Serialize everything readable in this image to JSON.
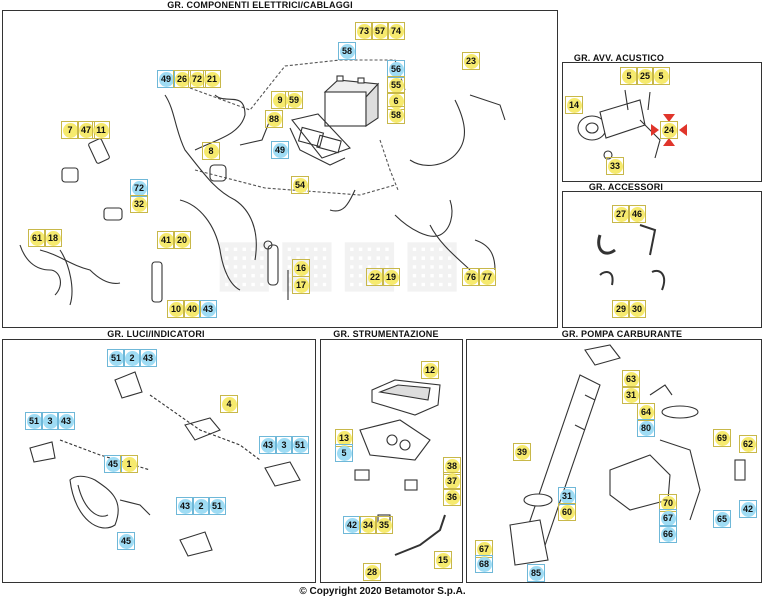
{
  "panels": {
    "componenti": "GR. COMPONENTI ELETTRICI/CABLAGGI",
    "acustico": "GR. AVV. ACUSTICO",
    "accessori": "GR. ACCESSORI",
    "luci": "GR. LUCI/INDICATORI",
    "strumentazione": "GR. STRUMENTAZIONE",
    "pompa": "GR. POMPA CARBURANTE"
  },
  "footer": "© Copyright 2020 Betamotor S.p.A.",
  "colors": {
    "callout_yellow": "#f6ea6e",
    "callout_blue": "#9fdcf4",
    "highlight_red": "#e0352b"
  },
  "callouts": {
    "c73": "73",
    "c57": "57",
    "c74": "74",
    "c58": "58",
    "c56": "56",
    "c55": "55",
    "c6a": "6",
    "c9": "9",
    "c59": "59",
    "c58b": "58",
    "c88": "88",
    "c49a": "49",
    "c26": "26",
    "c72a": "72",
    "c21": "21",
    "c7": "7",
    "c47": "47",
    "c11": "11",
    "c8": "8",
    "c49b": "49",
    "c54": "54",
    "c23": "23",
    "c72b": "72",
    "c32": "32",
    "c61": "61",
    "c18": "18",
    "c41": "41",
    "c20": "20",
    "c10": "10",
    "c40": "40",
    "c43a": "43",
    "c16": "16",
    "c17": "17",
    "c22": "22",
    "c19": "19",
    "c76": "76",
    "c77": "77",
    "c5a": "5",
    "c25": "25",
    "c5b": "5",
    "c14": "14",
    "c24": "24",
    "c33": "33",
    "c27": "27",
    "c46": "46",
    "c29": "29",
    "c30": "30",
    "c51a": "51",
    "c2a": "2",
    "c43b": "43",
    "c51b": "51",
    "c3a": "3",
    "c43c": "43",
    "c4": "4",
    "c45a": "45",
    "c1": "1",
    "c43d": "43",
    "c3b": "3",
    "c51c": "51",
    "c45b": "45",
    "c43e": "43",
    "c2b": "2",
    "c51d": "51",
    "c12": "12",
    "c13": "13",
    "c5c": "5",
    "c38": "38",
    "c37": "37",
    "c36": "36",
    "c42a": "42",
    "c34": "34",
    "c35": "35",
    "c28": "28",
    "c15": "15",
    "c63": "63",
    "c31a": "31",
    "c64": "64",
    "c80": "80",
    "c39": "39",
    "c69": "69",
    "c62": "62",
    "c31b": "31",
    "c60": "60",
    "c70": "70",
    "c67a": "67",
    "c65": "65",
    "c66": "66",
    "c42b": "42",
    "c67b": "67",
    "c68": "68",
    "c85": "85"
  }
}
